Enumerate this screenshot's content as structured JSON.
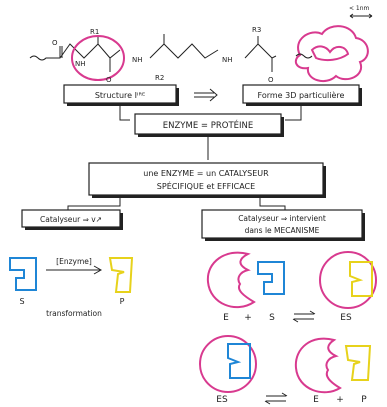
{
  "colors": {
    "ink": "#222222",
    "pink": "#d83a8f",
    "blue": "#1f86d6",
    "yellow": "#e7d21b"
  },
  "scale_label": "< 1nm",
  "peptide": {
    "r1": "R1",
    "r2": "R2",
    "r3": "R3",
    "nh1": "NH",
    "nh2": "NH",
    "nh3": "NH",
    "o1": "O",
    "o2": "O",
    "o3": "O"
  },
  "boxes": {
    "structure": "Structure Iᴵᴿᴱ",
    "forme": "Forme 3D particulière",
    "enzyme_proteine": "ENZYME = PROTÉINE",
    "catalyseur_line1": "une ENZYME = un CATALYSEUR",
    "catalyseur_line2": "SPÉCIFIQUE et EFFICACE",
    "catalyseur_v": "Catalyseur ⇒ v↗",
    "catalyseur_meca_line1": "Catalyseur ⇒ intervient",
    "catalyseur_meca_line2": "dans le MECANISME"
  },
  "reaction": {
    "enzyme_label": "[Enzyme]",
    "s": "S",
    "p": "P",
    "transformation": "transformation"
  },
  "complex_row1": {
    "e": "E",
    "plus": "+",
    "s": "S",
    "es": "ES"
  },
  "complex_row2": {
    "es": "ES",
    "e": "E",
    "plus": "+",
    "p": "P"
  }
}
